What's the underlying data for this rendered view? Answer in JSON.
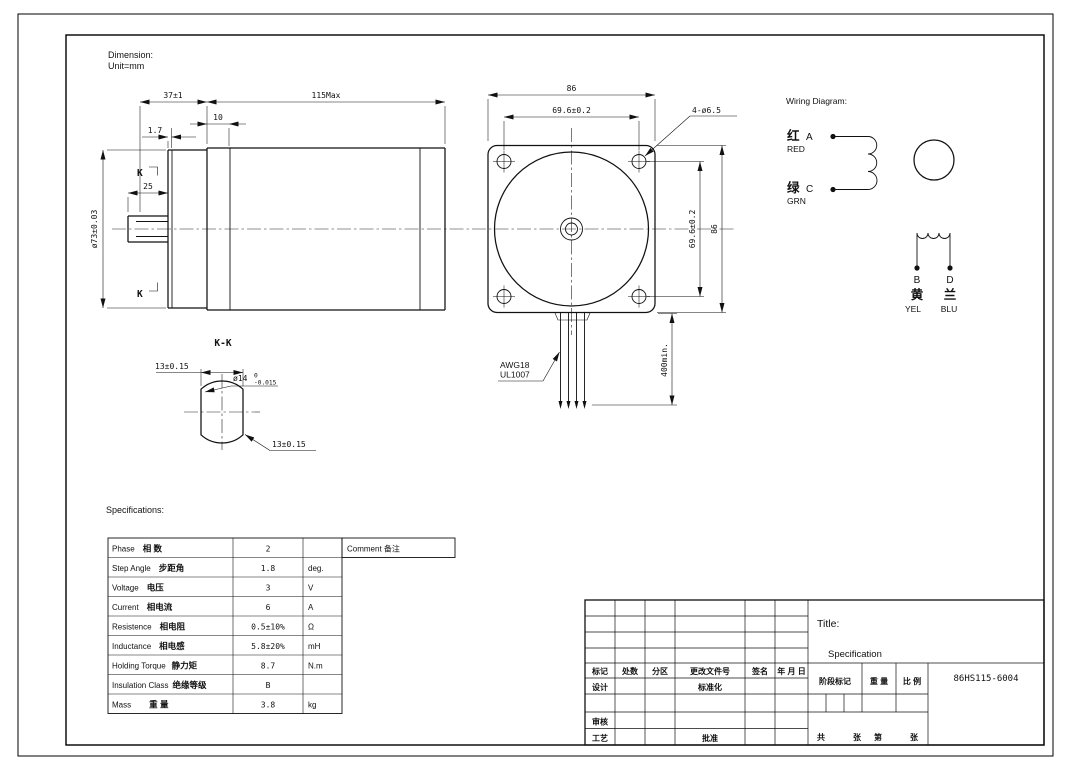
{
  "note": {
    "l1": "Dimension:",
    "l2": "Unit=mm"
  },
  "side": {
    "d37": "37±1",
    "d115": "115Max",
    "d10": "10",
    "d17": "1.7",
    "d25": "25",
    "d73": "ø73±0.03",
    "k": "K"
  },
  "front": {
    "d86t": "86",
    "d69t": "69.6±0.2",
    "holes": "4-ø6.5",
    "d69r": "69.6±0.2",
    "d86r": "86",
    "d400": "400min.",
    "wire1": "AWG18",
    "wire2": "UL1007"
  },
  "section": {
    "title": "K-K",
    "d13a": "13±0.15",
    "d14": "ø14",
    "tol_top": "0",
    "tol_bot": "-0.015",
    "d13b": "13±0.15"
  },
  "wiring": {
    "title": "Wiring Diagram:",
    "red_cn": "红",
    "red_ph": "A",
    "red_en": "RED",
    "grn_cn": "绿",
    "grn_ph": "C",
    "grn_en": "GRN",
    "b_ph": "B",
    "d_ph": "D",
    "yel_cn": "黄",
    "blu_cn": "兰",
    "yel_en": "YEL",
    "blu_en": "BLU"
  },
  "specs": {
    "heading": "Specifications:",
    "comment": "Comment 备注",
    "rows": [
      {
        "en": "Phase",
        "cn": "相 数",
        "value": "2",
        "unit": ""
      },
      {
        "en": "Step Angle",
        "cn": "步距角",
        "value": "1.8",
        "unit": "deg."
      },
      {
        "en": "Voltage",
        "cn": "电压",
        "value": "3",
        "unit": "V"
      },
      {
        "en": "Current",
        "cn": "相电流",
        "value": "6",
        "unit": "A"
      },
      {
        "en": "Resistence",
        "cn": "相电阻",
        "value": "0.5±10%",
        "unit": "Ω"
      },
      {
        "en": "Inductance",
        "cn": "相电感",
        "value": "5.8±20%",
        "unit": "mH"
      },
      {
        "en": "Holding Torque",
        "cn": "静力矩",
        "value": "8.7",
        "unit": "N.m"
      },
      {
        "en": "Insulation Class",
        "cn": "绝缘等级",
        "value": "B",
        "unit": ""
      },
      {
        "en": "Mass",
        "cn": "重 量",
        "value": "3.8",
        "unit": "kg"
      }
    ]
  },
  "titleblock": {
    "title_label": "Title:",
    "title_value": "Specification",
    "part_no": "86HS115-6004",
    "headers": [
      "标记",
      "处数",
      "分区",
      "更改文件号",
      "签名",
      "年 月 日"
    ],
    "design": "设计",
    "standard": "标准化",
    "check": "审核",
    "craft": "工艺",
    "approve": "批准",
    "stage": "阶段标记",
    "weight": "重 量",
    "scale": "比 例",
    "totals": [
      "共",
      "张",
      "第",
      "张"
    ]
  }
}
